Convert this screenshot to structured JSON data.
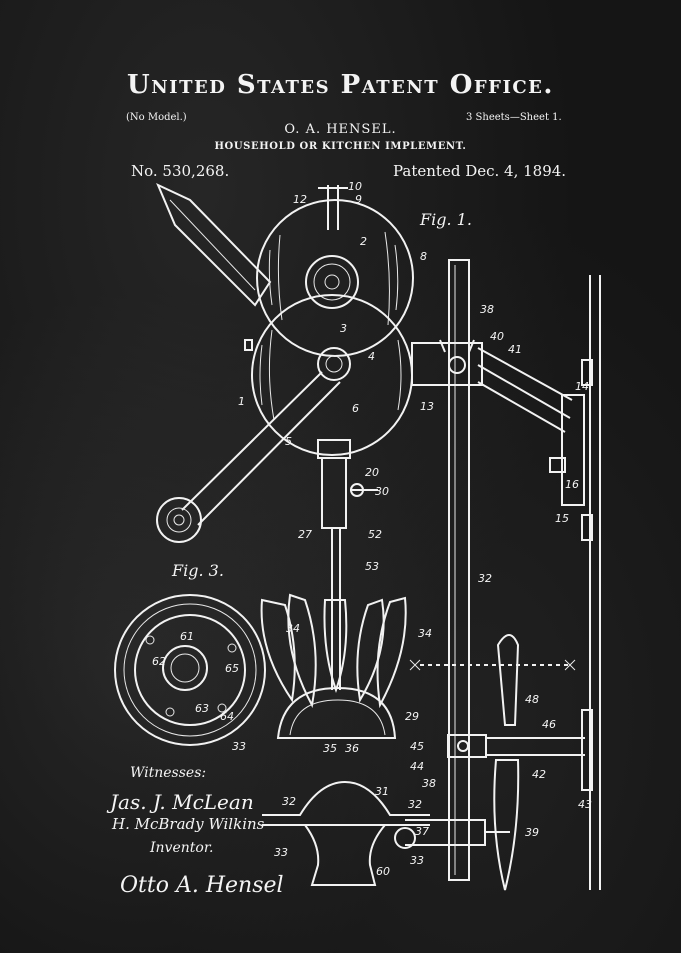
{
  "header": {
    "office_title": "United States Patent Office.",
    "no_model": "(No Model.)",
    "sheets": "3 Sheets—Sheet 1.",
    "inventor_name": "O. A. HENSEL.",
    "invention_title": "HOUSEHOLD OR KITCHEN IMPLEMENT.",
    "patent_number": "No. 530,268.",
    "patent_date": "Patented Dec. 4, 1894."
  },
  "figures": {
    "fig1_label": "Fig. 1.",
    "fig3_label": "Fig. 3."
  },
  "reference_numbers": [
    "12",
    "10",
    "9",
    "8",
    "2",
    "3",
    "4",
    "1",
    "5",
    "6",
    "13",
    "38",
    "40",
    "41",
    "14",
    "16",
    "15",
    "20",
    "30",
    "27",
    "52",
    "53",
    "34",
    "34",
    "29",
    "35",
    "36",
    "48",
    "46",
    "45",
    "44",
    "42",
    "43",
    "38",
    "31",
    "32",
    "32",
    "37",
    "39",
    "33",
    "33",
    "60",
    "61",
    "62",
    "63",
    "64",
    "65",
    "33",
    "32"
  ],
  "signatures": {
    "witnesses_label": "Witnesses:",
    "witness_1": "Jas. J. McLean",
    "witness_2": "H. McBrady Wilkins",
    "inventor_label": "Inventor.",
    "inventor_signature": "Otto A. Hensel"
  },
  "colors": {
    "background": "#151515",
    "ink": "#f2f2f2"
  }
}
